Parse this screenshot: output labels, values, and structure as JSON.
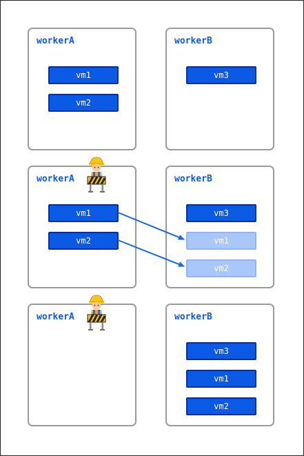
{
  "rows": [
    {
      "worker_a": {
        "title": "workerA",
        "vms": [
          "vm1",
          "vm2"
        ],
        "maintenance": false
      },
      "worker_b": {
        "title": "workerB",
        "vms": [
          "vm3"
        ],
        "ghost_vms": []
      }
    },
    {
      "worker_a": {
        "title": "workerA",
        "vms": [
          "vm1",
          "vm2"
        ],
        "maintenance": true
      },
      "worker_b": {
        "title": "workerB",
        "vms": [
          "vm3"
        ],
        "ghost_vms": [
          "vm1",
          "vm2"
        ]
      }
    },
    {
      "worker_a": {
        "title": "workerA",
        "vms": [],
        "maintenance": true
      },
      "worker_b": {
        "title": "workerB",
        "vms": [
          "vm3",
          "vm1",
          "vm2"
        ],
        "ghost_vms": []
      }
    }
  ],
  "icons": {
    "maintenance": "construction-worker-icon"
  },
  "colors": {
    "title": "#0b5ae6",
    "vm_fill": "#0b5ae6",
    "vm_border": "#062e9c",
    "ghost_fill": "#a9c7fb",
    "ghost_border": "#93b4f4",
    "arrow": "#1667e0",
    "panel_border": "#9a9a9a"
  }
}
